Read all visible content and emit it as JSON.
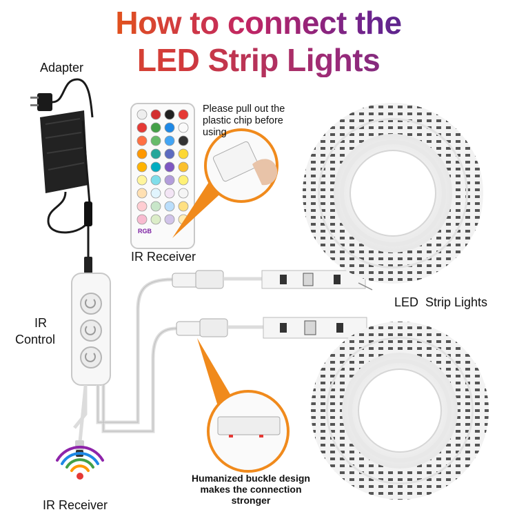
{
  "title": {
    "line1": "How to connect the",
    "line2": "LED Strip Lights"
  },
  "labels": {
    "adapter": "Adapter",
    "ir_receiver_remote": "IR Receiver",
    "ir_control_line1": "IR",
    "ir_control_line2": "Control",
    "led_strip_lights": "LED  Strip Lights",
    "ir_receiver_bottom": "IR Receiver"
  },
  "notes": {
    "chip": [
      "Please pull out the",
      "plastic chip before",
      "using"
    ],
    "buckle": [
      "Humanized buckle design",
      "makes the connection",
      "stronger"
    ]
  },
  "remote": {
    "top_text": "RGB"
  },
  "colors": {
    "accent_orange": "#f08a1c",
    "title_red": "#d9262a",
    "title_purple": "#3b2d8c"
  }
}
